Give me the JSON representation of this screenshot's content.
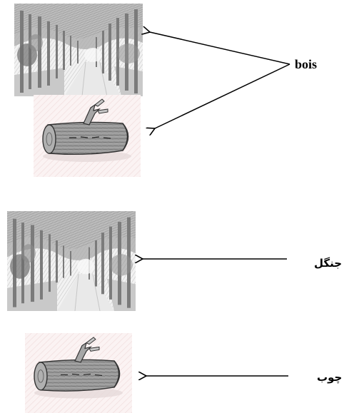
{
  "top_section": {
    "word": "bois",
    "images": [
      "forest-picture",
      "log-picture"
    ]
  },
  "bottom_section": {
    "items": [
      {
        "word": "جنگل",
        "image": "forest-picture"
      },
      {
        "word": "چوب",
        "image": "log-picture"
      }
    ]
  }
}
